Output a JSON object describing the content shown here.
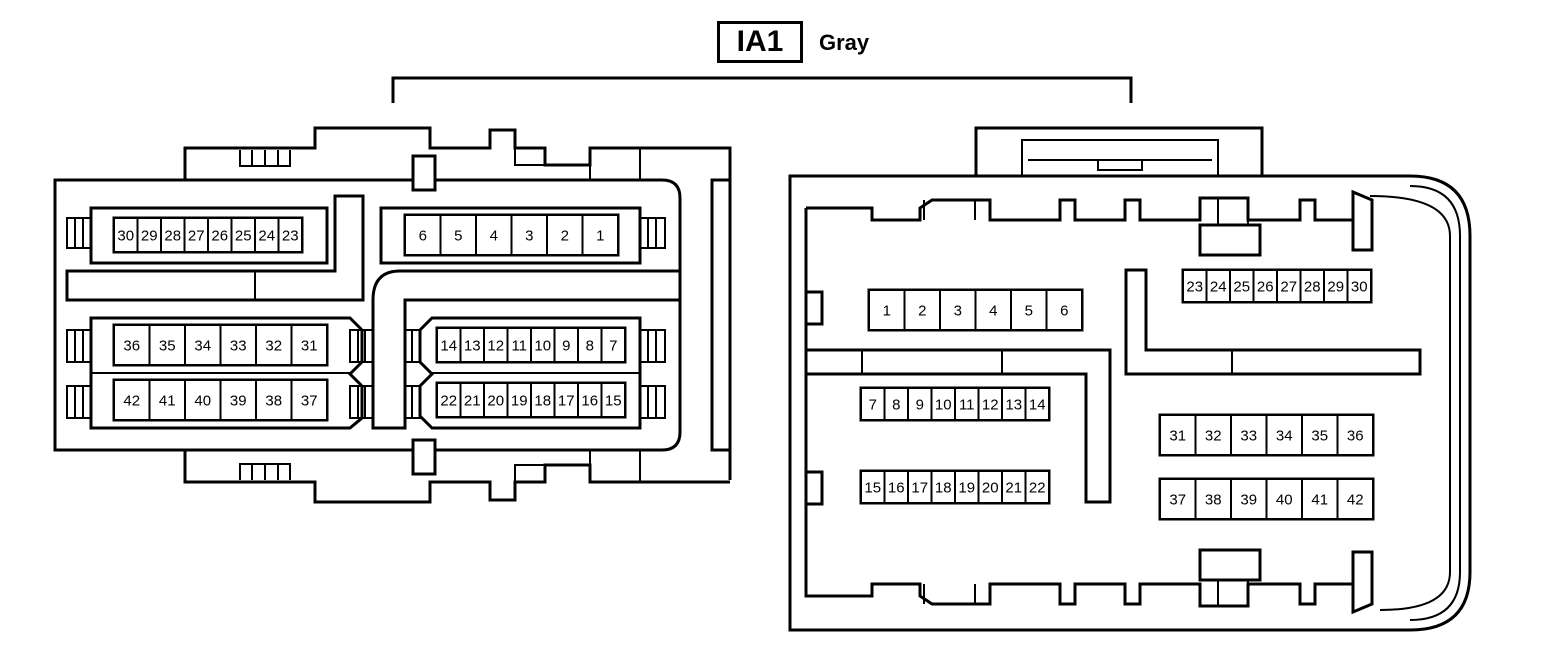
{
  "connector": {
    "code": "IA1",
    "color_label": "Gray"
  },
  "left_view": {
    "rows": [
      [
        "30",
        "29",
        "28",
        "27",
        "26",
        "25",
        "24",
        "23"
      ],
      [
        "6",
        "5",
        "4",
        "3",
        "2",
        "1"
      ],
      [
        "36",
        "35",
        "34",
        "33",
        "32",
        "31"
      ],
      [
        "42",
        "41",
        "40",
        "39",
        "38",
        "37"
      ],
      [
        "14",
        "13",
        "12",
        "11",
        "10",
        "9",
        "8",
        "7"
      ],
      [
        "22",
        "21",
        "20",
        "19",
        "18",
        "17",
        "16",
        "15"
      ]
    ]
  },
  "right_view": {
    "rows": [
      [
        "23",
        "24",
        "25",
        "26",
        "27",
        "28",
        "29",
        "30"
      ],
      [
        "1",
        "2",
        "3",
        "4",
        "5",
        "6"
      ],
      [
        "7",
        "8",
        "9",
        "10",
        "11",
        "12",
        "13",
        "14"
      ],
      [
        "15",
        "16",
        "17",
        "18",
        "19",
        "20",
        "21",
        "22"
      ],
      [
        "31",
        "32",
        "33",
        "34",
        "35",
        "36"
      ],
      [
        "37",
        "38",
        "39",
        "40",
        "41",
        "42"
      ]
    ]
  }
}
